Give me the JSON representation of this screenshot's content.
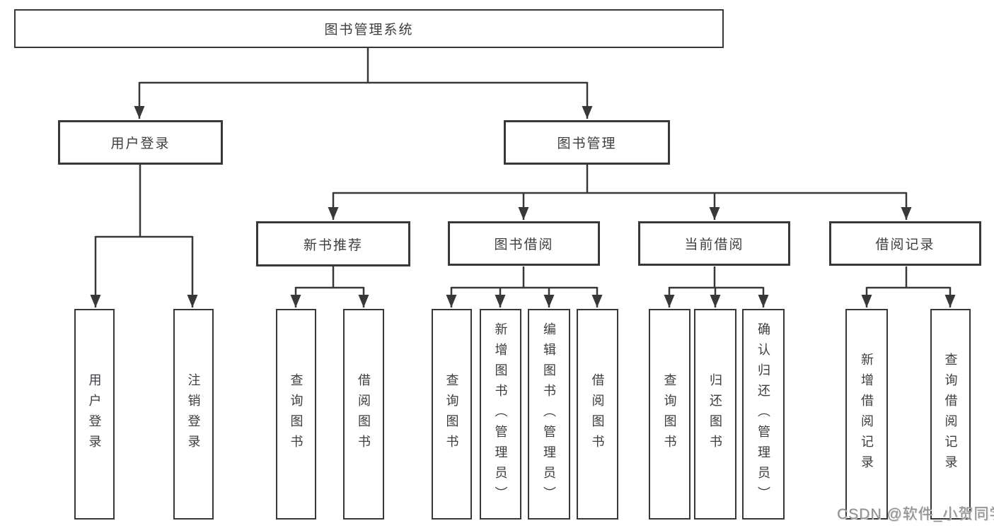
{
  "diagram": {
    "root": {
      "label": "图书管理系统"
    },
    "branches": [
      {
        "label": "用户登录",
        "children": [
          {
            "label": "用户登录"
          },
          {
            "label": "注销登录"
          }
        ]
      },
      {
        "label": "图书管理",
        "children": [
          {
            "label": "新书推荐",
            "children": [
              {
                "label": "查询图书"
              },
              {
                "label": "借阅图书"
              }
            ]
          },
          {
            "label": "图书借阅",
            "children": [
              {
                "label": "查询图书"
              },
              {
                "label": "新增图书（管理员）"
              },
              {
                "label": "编辑图书（管理员）"
              },
              {
                "label": "借阅图书"
              }
            ]
          },
          {
            "label": "当前借阅",
            "children": [
              {
                "label": "查询图书"
              },
              {
                "label": "归还图书"
              },
              {
                "label": "确认归还（管理员）"
              }
            ]
          },
          {
            "label": "借阅记录",
            "children": [
              {
                "label": "新增借阅记录"
              },
              {
                "label": "查询借阅记录"
              }
            ]
          }
        ]
      }
    ],
    "watermark": "CSDN @软件_小贺同学",
    "colors": {
      "line": "#383838",
      "box_border": "#383838",
      "text": "#3d3d42",
      "watermark": "#8f8f93",
      "background": "#ffffff"
    }
  }
}
